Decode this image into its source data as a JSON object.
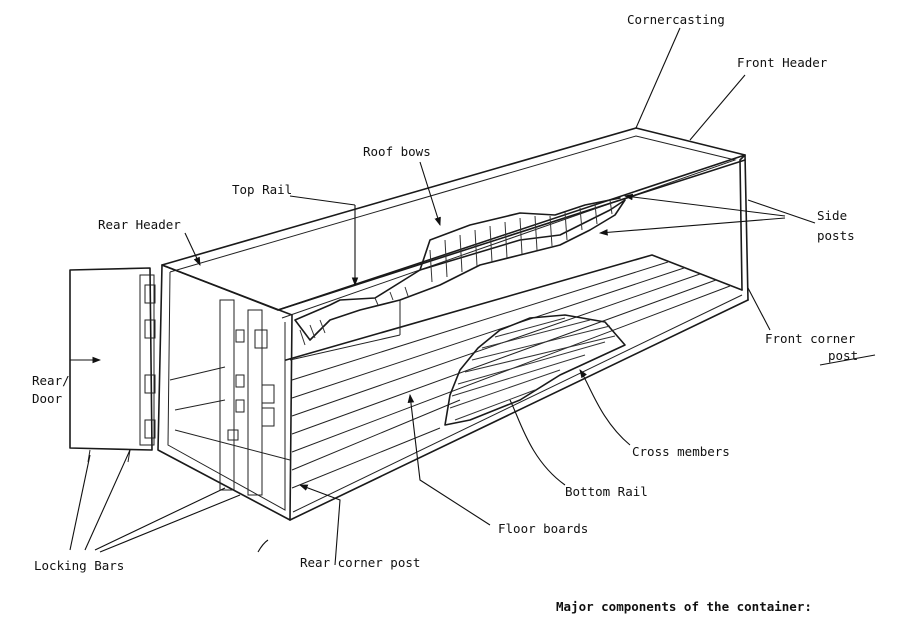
{
  "diagram": {
    "caption": "Major components of the container:",
    "labels": {
      "cornercasting": "Cornercasting",
      "front_header": "Front Header",
      "roof_bows": "Roof bows",
      "top_rail": "Top Rail",
      "rear_header": "Rear Header",
      "side_posts_1": "Side",
      "side_posts_2": "posts",
      "front_corner_post_1": "Front corner",
      "front_corner_post_2": "post",
      "rear_door_1": "Rear/",
      "rear_door_2": "Door",
      "cross_members": "Cross members",
      "bottom_rail": "Bottom Rail",
      "floor_boards": "Floor boards",
      "rear_corner_post": "Rear corner post",
      "locking_bars": "Locking Bars"
    }
  }
}
